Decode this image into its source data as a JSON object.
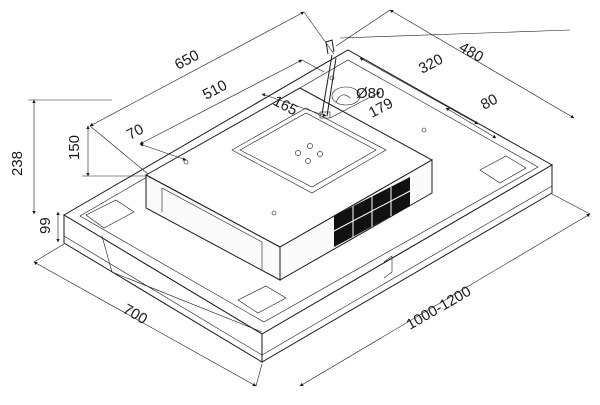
{
  "dimensions": {
    "d650": "650",
    "d480": "480",
    "d320": "320",
    "d510": "510",
    "d80dia": "Ø80",
    "d80": "80",
    "d165": "165",
    "d179": "179",
    "d70": "70",
    "d150": "150",
    "d238": "238",
    "d99": "99",
    "d700": "700",
    "d1000_1200": "1000-1200"
  },
  "colors": {
    "line": "#1a1a1a",
    "filter": "#111111",
    "background": "#ffffff"
  }
}
